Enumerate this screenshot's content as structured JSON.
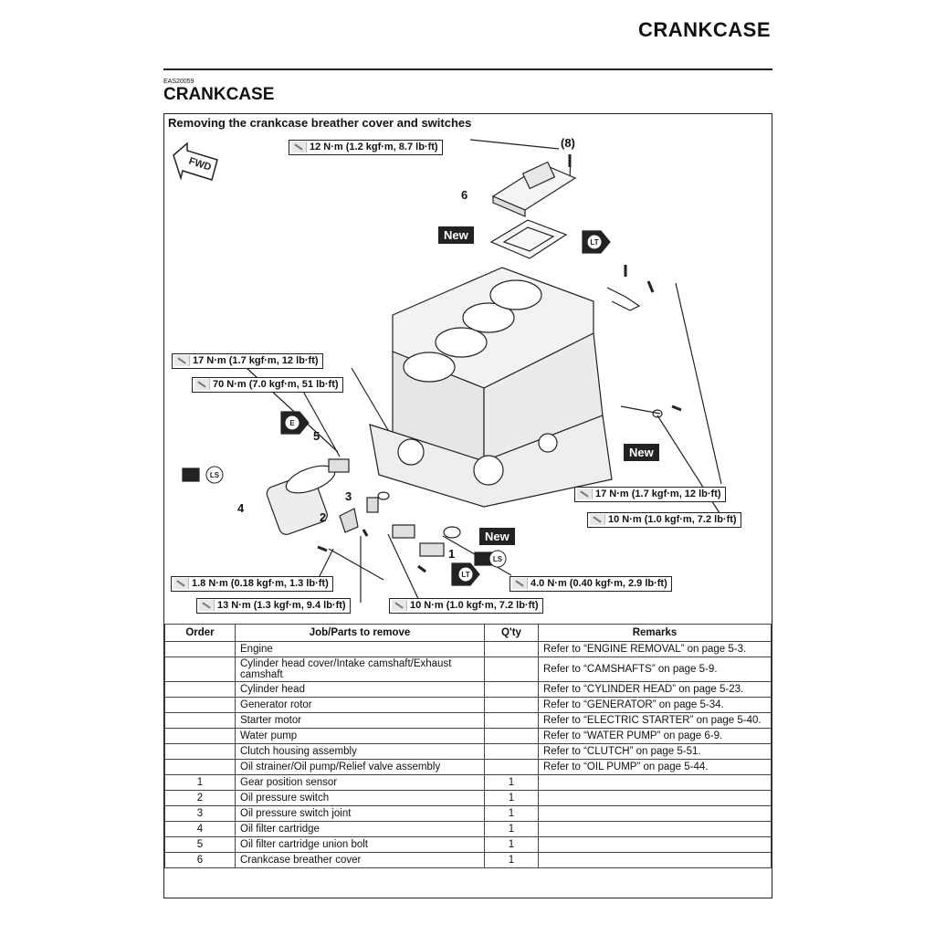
{
  "header": {
    "title": "CRANKCASE"
  },
  "section": {
    "code": "EAS20059",
    "title": "CRANKCASE"
  },
  "diagram": {
    "title": "Removing the crankcase breather cover and switches",
    "fwd": "FWD",
    "torques": [
      "12 N·m (1.2 kgf·m, 8.7 lb·ft)",
      "17 N·m (1.7 kgf·m, 12 lb·ft)",
      "70 N·m (7.0 kgf·m, 51 lb·ft)",
      "17 N·m (1.7 kgf·m, 12 lb·ft)",
      "10 N·m (1.0 kgf·m, 7.2 lb·ft)",
      "4.0 N·m (0.40 kgf·m, 2.9 lb·ft)",
      "1.8 N·m (0.18 kgf·m, 1.3 lb·ft)",
      "13 N·m (1.3 kgf·m, 9.4 lb·ft)",
      "10 N·m (1.0 kgf·m, 7.2 lb·ft)"
    ],
    "new_label": "New",
    "callouts": [
      "(8)",
      "6",
      "5",
      "4",
      "3",
      "2",
      "1"
    ],
    "symbols": {
      "lt": "LT",
      "e": "E",
      "ls": "LS"
    }
  },
  "table": {
    "headers": [
      "Order",
      "Job/Parts to remove",
      "Q'ty",
      "Remarks"
    ],
    "rows": [
      [
        "",
        "Engine",
        "",
        "Refer to “ENGINE REMOVAL” on page 5-3."
      ],
      [
        "",
        "Cylinder head cover/Intake camshaft/Exhaust camshaft",
        "",
        "Refer to “CAMSHAFTS” on page 5-9."
      ],
      [
        "",
        "Cylinder head",
        "",
        "Refer to “CYLINDER HEAD” on page 5-23."
      ],
      [
        "",
        "Generator rotor",
        "",
        "Refer to “GENERATOR” on page 5-34."
      ],
      [
        "",
        "Starter motor",
        "",
        "Refer to “ELECTRIC STARTER” on page 5-40."
      ],
      [
        "",
        "Water pump",
        "",
        "Refer to “WATER PUMP” on page 6-9."
      ],
      [
        "",
        "Clutch housing assembly",
        "",
        "Refer to “CLUTCH” on page 5-51."
      ],
      [
        "",
        "Oil strainer/Oil pump/Relief valve assembly",
        "",
        "Refer to “OIL PUMP” on page 5-44."
      ],
      [
        "1",
        "Gear position sensor",
        "1",
        ""
      ],
      [
        "2",
        "Oil pressure switch",
        "1",
        ""
      ],
      [
        "3",
        "Oil pressure switch joint",
        "1",
        ""
      ],
      [
        "4",
        "Oil filter cartridge",
        "1",
        ""
      ],
      [
        "5",
        "Oil filter cartridge union bolt",
        "1",
        ""
      ],
      [
        "6",
        "Crankcase breather cover",
        "1",
        ""
      ]
    ]
  }
}
